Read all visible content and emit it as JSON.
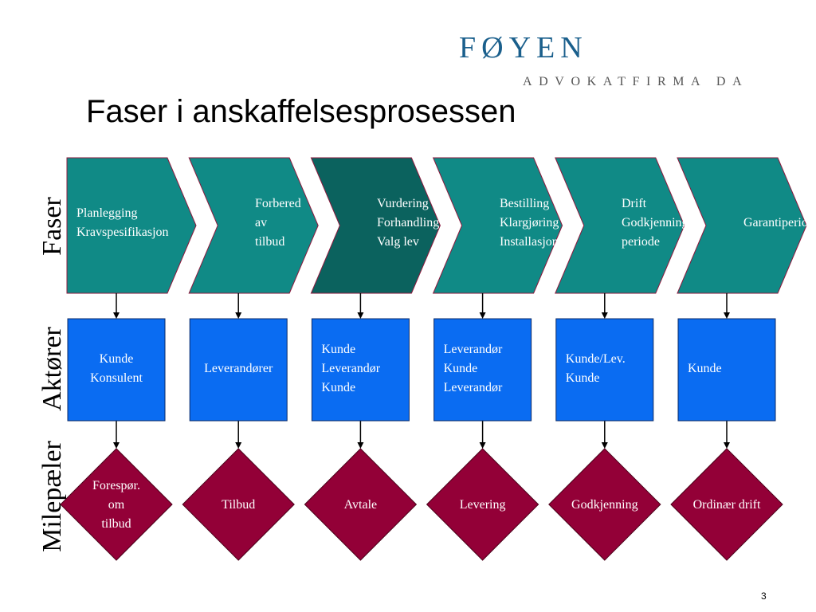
{
  "brand": {
    "name": "FØYEN",
    "subtitle": "ADVOKATFIRMA  DA"
  },
  "title": "Faser i anskaffelsesprosessen",
  "row_labels": {
    "phases": "Faser",
    "actors": "Aktører",
    "milestones": "Milepæler"
  },
  "colors": {
    "phase": "#108a86",
    "phase_highlight": "#0b625e",
    "actor": "#0a6cf2",
    "milestone": "#930037",
    "brand": "#1a5f8c"
  },
  "phases": [
    {
      "lines": [
        "Planlegging",
        "Kravspesifikasjon"
      ]
    },
    {
      "lines": [
        "Forbered",
        "av",
        "tilbud"
      ]
    },
    {
      "lines": [
        "Vurdering",
        "Forhandling",
        "Valg lev"
      ],
      "highlight": true
    },
    {
      "lines": [
        "Bestilling",
        "Klargjøring",
        "Installasjon"
      ]
    },
    {
      "lines": [
        "Drift",
        "Godkjenning",
        "periode"
      ]
    },
    {
      "lines": [
        "Garantiperiode"
      ]
    }
  ],
  "actors": [
    {
      "lines": [
        "Kunde",
        "Konsulent"
      ]
    },
    {
      "lines": [
        "Leverandører"
      ]
    },
    {
      "lines": [
        "Kunde",
        "Leverandør",
        "Kunde"
      ]
    },
    {
      "lines": [
        "Leverandør",
        "Kunde",
        "Leverandør"
      ]
    },
    {
      "lines": [
        "Kunde/Lev.",
        "Kunde"
      ]
    },
    {
      "lines": [
        "Kunde"
      ]
    }
  ],
  "milestones": [
    {
      "lines": [
        "Forespør.",
        "om",
        "tilbud"
      ]
    },
    {
      "lines": [
        "Tilbud"
      ]
    },
    {
      "lines": [
        "Avtale"
      ]
    },
    {
      "lines": [
        "Levering"
      ]
    },
    {
      "lines": [
        "Godkjenning"
      ]
    },
    {
      "lines": [
        "Ordinær drift"
      ]
    }
  ],
  "page_number": "3"
}
